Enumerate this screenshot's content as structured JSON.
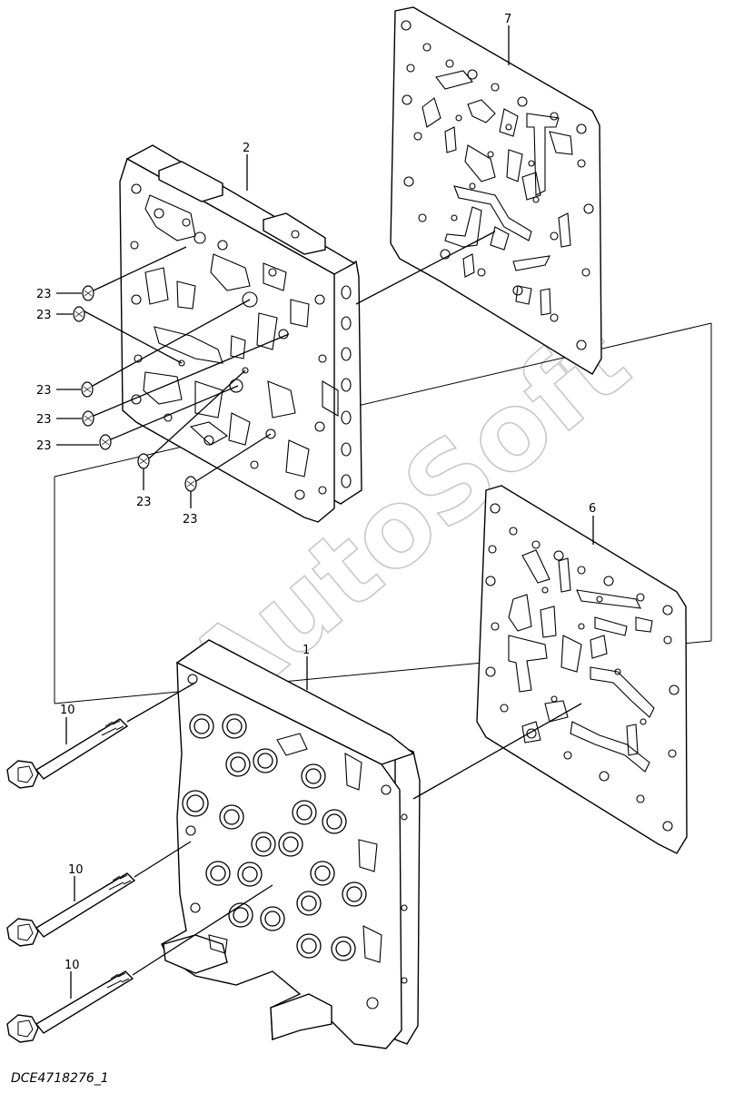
{
  "diagram": {
    "id_label": "DCE4718276_1",
    "watermark": "AutoSoft",
    "callouts": {
      "gasket_upper": "7",
      "valve_plate": "2",
      "gasket_lower": "6",
      "valve_body": "1",
      "bolt_1": "10",
      "bolt_2": "10",
      "bolt_3": "10",
      "screen_1": "23",
      "screen_2": "23",
      "screen_3": "23",
      "screen_4": "23",
      "screen_5": "23",
      "screen_6": "23",
      "screen_7": "23"
    }
  }
}
